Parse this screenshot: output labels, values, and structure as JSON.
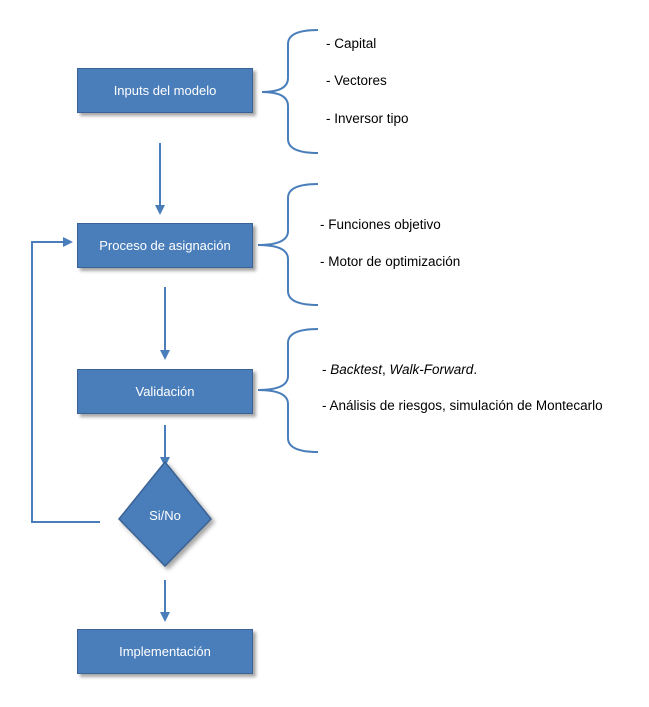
{
  "nodes": {
    "inputs": "Inputs del modelo",
    "asignacion": "Proceso de asignación",
    "validacion": "Validación",
    "decision": "Si/No",
    "implementacion": "Implementación"
  },
  "notes": {
    "inputs": [
      "- Capital",
      "- Vectores",
      "- Inversor tipo"
    ],
    "asignacion": [
      "- Funciones objetivo",
      "- Motor de optimización"
    ],
    "validacion": {
      "line1_prefix": "- ",
      "line1_italic_a": "Backtest",
      "line1_sep": ", ",
      "line1_italic_b": "Walk-Forward",
      "line1_suffix": ".",
      "line2": "- Análisis de riesgos, simulación de Montecarlo"
    }
  },
  "colors": {
    "box_fill": "#4a7ebb",
    "box_border": "#3a6294",
    "connector": "#4a7ebb"
  }
}
